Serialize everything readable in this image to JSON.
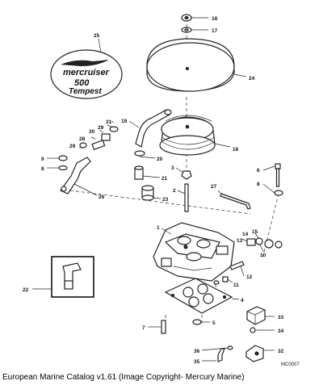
{
  "diagram": {
    "callouts": [
      "1",
      "2",
      "3",
      "4",
      "5",
      "6",
      "7",
      "8",
      "9",
      "10",
      "11",
      "12",
      "13",
      "14",
      "15",
      "16",
      "17",
      "18",
      "19",
      "20",
      "21",
      "22",
      "23",
      "24",
      "25",
      "26",
      "27",
      "28",
      "29",
      "30",
      "31",
      "32",
      "33",
      "34",
      "35",
      "36"
    ],
    "decal_text": [
      "mercruiser",
      "500",
      "Tempest"
    ],
    "drawing_code": "MC0007"
  },
  "caption": "European Marine Catalog v1.61 (Image Copyright- Mercury Marine)"
}
